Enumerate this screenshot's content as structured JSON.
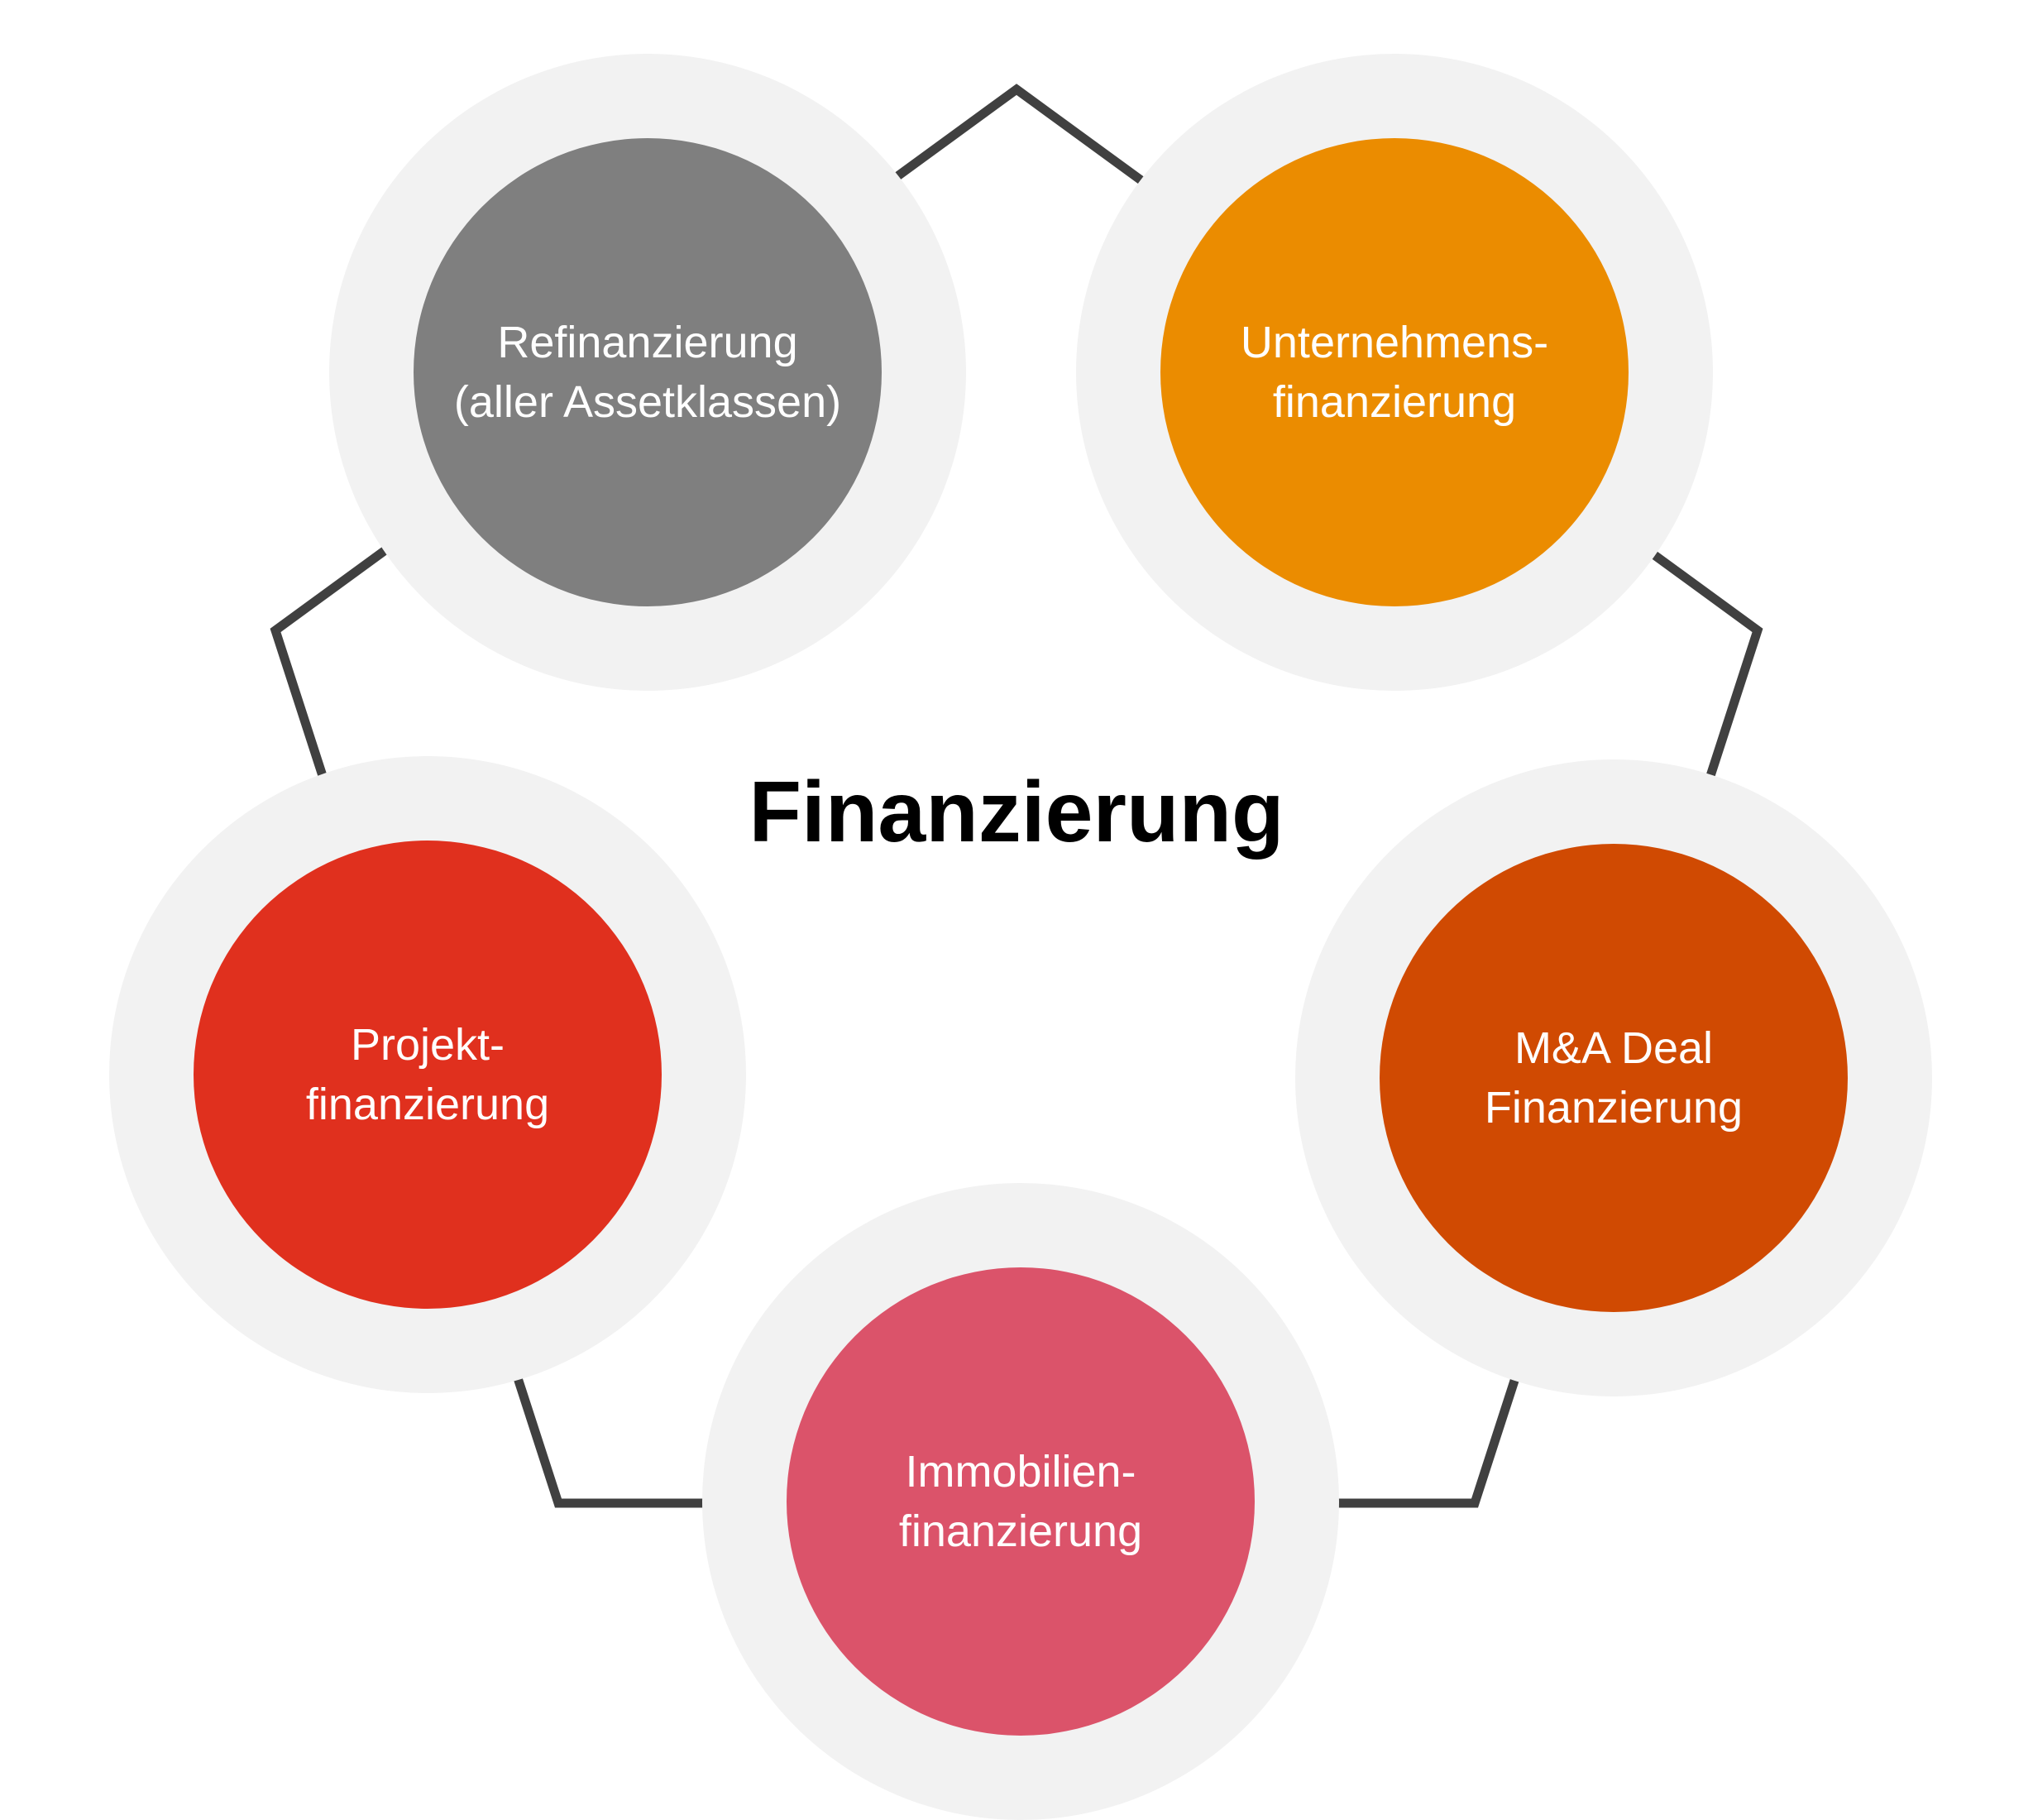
{
  "title": "Finanzierung",
  "colors": {
    "ring": "#f2f2f2",
    "connector": "#404040",
    "title": "#000000",
    "label": "#ffffff"
  },
  "nodes": [
    {
      "id": "refinanzierung",
      "lines": [
        "Refinanzierung",
        "(aller Assetklassen)"
      ],
      "color": "#7f7f7f"
    },
    {
      "id": "unternehmensfinanzierung",
      "lines": [
        "Unternehmens-",
        "finanzierung"
      ],
      "color": "#eb8c00"
    },
    {
      "id": "ma-deal-finanzierung",
      "lines": [
        "M&A Deal",
        "Finanzierung"
      ],
      "color": "#d04a02"
    },
    {
      "id": "immobilienfinanzierung",
      "lines": [
        "Immobilien-",
        "finanzierung"
      ],
      "color": "#db536a"
    },
    {
      "id": "projektfinanzierung",
      "lines": [
        "Projekt-",
        "finanzierung"
      ],
      "color": "#e0301e"
    }
  ]
}
